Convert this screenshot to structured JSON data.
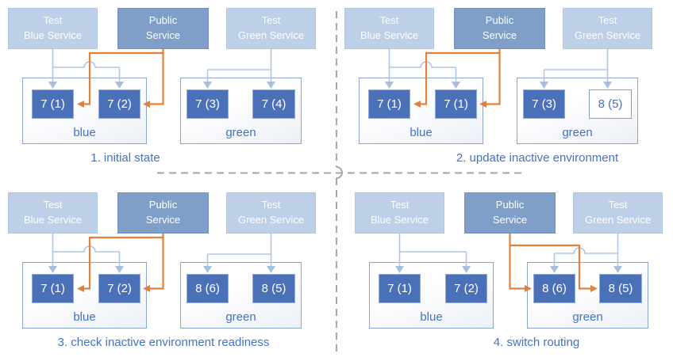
{
  "colors": {
    "accent_blue": "#4472c4",
    "pod_fill": "#4a70b8",
    "public_service_fill": "#7f9fc9",
    "test_service_fill": "#bdd0e8",
    "public_route_orange": "#e2813b",
    "test_route_blue": "#b0c6e4",
    "divider_gray": "#a6a6a6"
  },
  "services": {
    "test_blue": {
      "line1": "Test",
      "line2": "Blue Service"
    },
    "public": {
      "line1": "Public",
      "line2": "Service"
    },
    "test_green": {
      "line1": "Test",
      "line2": "Green Service"
    }
  },
  "environments": {
    "blue": "blue",
    "green": "green"
  },
  "quadrants": [
    {
      "caption": "1. initial state",
      "pods": [
        {
          "label": "7 (1)",
          "style": "filled"
        },
        {
          "label": "7 (2)",
          "style": "filled"
        },
        {
          "label": "7 (3)",
          "style": "filled"
        },
        {
          "label": "7 (4)",
          "style": "filled"
        }
      ]
    },
    {
      "caption": "2. update inactive environment",
      "pods": [
        {
          "label": "7 (1)",
          "style": "filled"
        },
        {
          "label": "7 (1)",
          "style": "filled"
        },
        {
          "label": "7 (3)",
          "style": "filled"
        },
        {
          "label": "8 (5)",
          "style": "outlined"
        }
      ]
    },
    {
      "caption": "3. check inactive environment readiness",
      "pods": [
        {
          "label": "7 (1)",
          "style": "filled"
        },
        {
          "label": "7 (2)",
          "style": "filled"
        },
        {
          "label": "8 (6)",
          "style": "filled"
        },
        {
          "label": "8 (5)",
          "style": "filled"
        }
      ]
    },
    {
      "caption": "4. switch routing",
      "pods": [
        {
          "label": "7 (1)",
          "style": "filled"
        },
        {
          "label": "7 (2)",
          "style": "filled"
        },
        {
          "label": "8 (6)",
          "style": "filled"
        },
        {
          "label": "8 (5)",
          "style": "filled"
        }
      ]
    }
  ]
}
